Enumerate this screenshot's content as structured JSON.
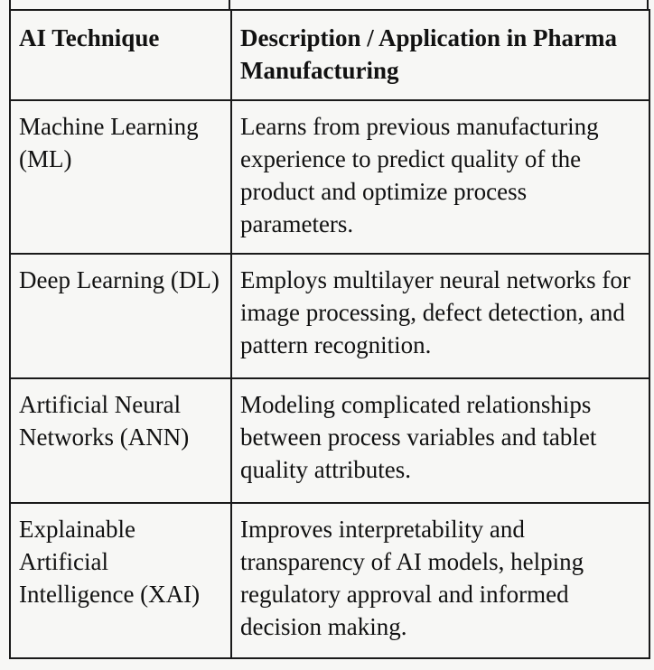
{
  "table": {
    "headers": [
      "AI Technique",
      "Description / Application in Pharma Manufacturing"
    ],
    "rows": [
      {
        "technique": "Machine Learning (ML)",
        "description": "Learns from previous manufacturing experience to predict quality of the product and optimize process parameters."
      },
      {
        "technique": "Deep Learning (DL)",
        "description": "Employs multilayer neural networks for image processing, defect detection, and pattern recognition."
      },
      {
        "technique": "Artificial Neural Networks (ANN)",
        "description": "Modeling complicated relationships between process variables and tablet quality attributes."
      },
      {
        "technique": "Explainable Artificial Intelligence (XAI)",
        "description": "Improves interpretability and transparency of AI models, helping regulatory approval and informed decision making."
      }
    ]
  }
}
